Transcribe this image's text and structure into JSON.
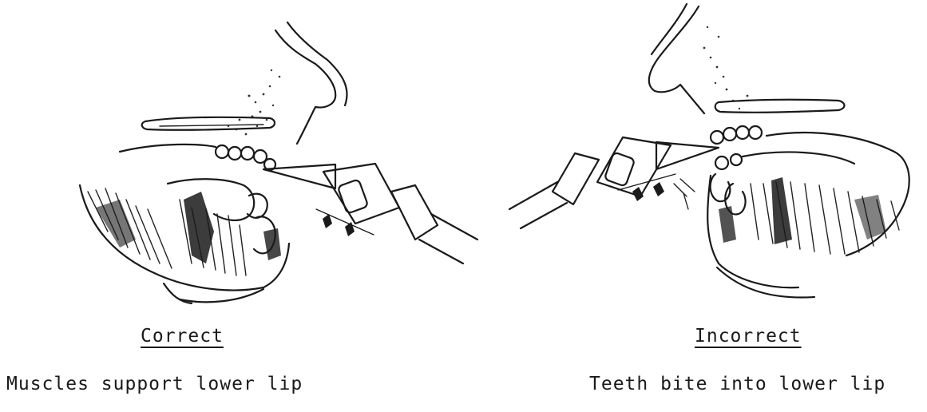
{
  "left_panel": {
    "heading": "Correct",
    "caption": "Muscles support lower lip"
  },
  "right_panel": {
    "heading": "Incorrect",
    "caption": "Teeth bite into lower lip"
  }
}
